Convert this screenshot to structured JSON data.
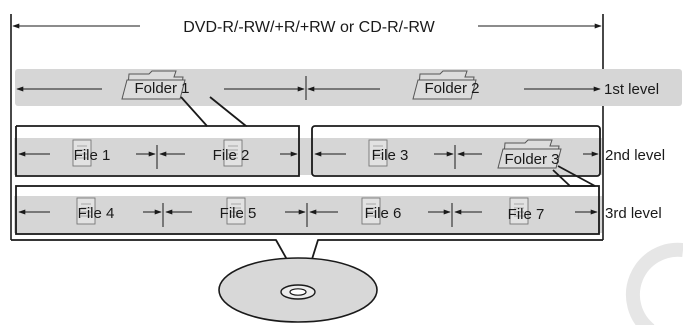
{
  "disc_format": "DVD-R/-RW/+R/+RW or CD-R/-RW",
  "levels": {
    "first": "1st level",
    "second": "2nd level",
    "third": "3rd level"
  },
  "level1": {
    "folders": [
      "Folder 1",
      "Folder 2"
    ]
  },
  "level2": {
    "items": [
      "File 1",
      "File 2",
      "File 3",
      "Folder 3"
    ]
  },
  "level3": {
    "files": [
      "File 4",
      "File 5",
      "File 6",
      "File 7"
    ]
  },
  "colors": {
    "band_fill": "#d6d6d6",
    "frame_stroke": "#1a1a1a",
    "disc_fill": "#dcdcdc"
  }
}
